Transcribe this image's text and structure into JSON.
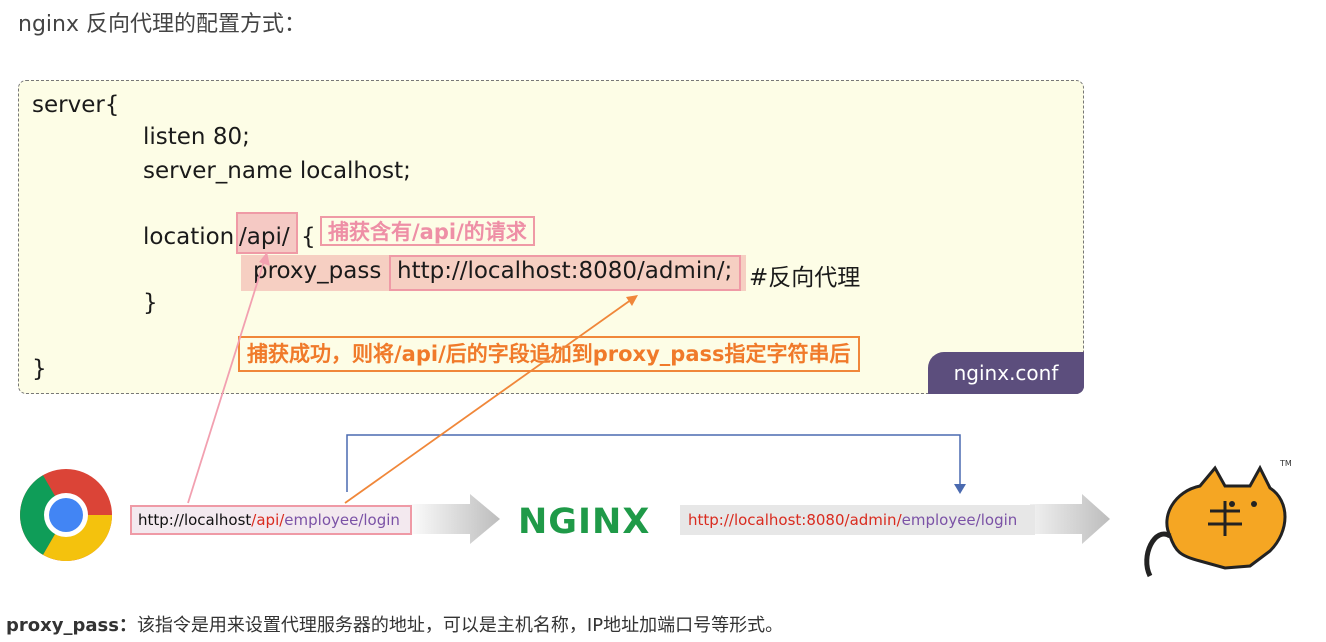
{
  "heading": "nginx 反向代理的配置方式：",
  "config": {
    "lines": {
      "server_open": "server{",
      "listen": "listen 80;",
      "server_name": "server_name localhost;",
      "location_kw": "location",
      "location_path": "/api/",
      "location_brace": "{",
      "proxy_pass_kw": "proxy_pass",
      "proxy_pass_url": "http://localhost:8080/admin/;",
      "proxy_comment": "#反向代理",
      "location_close": "}",
      "server_close": "}"
    },
    "annotation_capture": "捕获含有/api/的请求",
    "annotation_success": "捕获成功，则将/api/后的字段追加到proxy_pass指定字符串后",
    "file_tab": "nginx.conf"
  },
  "flow": {
    "request_url": {
      "prefix": "http://localhost",
      "api": "/api/",
      "rest": "employee/login"
    },
    "nginx_logo": "NGINX",
    "forward_url": {
      "prefix": "http://localhost:8080/admin/",
      "rest": "employee/login"
    },
    "browser_icon": "chrome-icon",
    "server_icon": "tomcat-icon"
  },
  "footer": {
    "term": "proxy_pass：",
    "description": "该指令是用来设置代理服务器的地址，可以是主机名称，IP地址加端口号等形式。"
  },
  "colors": {
    "pink": "#ef9aa6",
    "orange": "#f07a2a",
    "tab": "#5c4e7d",
    "nginx_green": "#1f9a48",
    "url_red": "#d92b1f",
    "url_purple": "#7b52a6"
  }
}
